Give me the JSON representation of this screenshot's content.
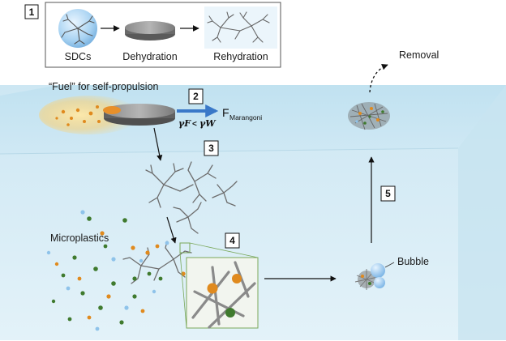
{
  "steps": [
    "1",
    "2",
    "3",
    "4",
    "5"
  ],
  "labels": {
    "sdcs": "SDCs",
    "dehydration": "Dehydration",
    "rehydration": "Rehydration",
    "fuel": "“Fuel” for self-propulsion",
    "f_symbol": "F",
    "f_subscript": "Marangoni",
    "gamma_f": "γF",
    "lt": "<",
    "gamma_w": "γW",
    "microplastics": "Microplastics",
    "bubble": "Bubble",
    "removal": "Removal"
  },
  "colors": {
    "water_surface": "#c9e6f2",
    "water_front": "#d8eef7",
    "fuel_glow": "#f6c75a",
    "arrow_blue": "#3a78c8",
    "particle_orange": "#e08a1e",
    "particle_green": "#3f7a2e",
    "particle_blue": "#8fc3ea",
    "fiber_gray": "#6d6d6d"
  },
  "icons": [
    "sdc-sphere-icon",
    "dehydrated-disc-icon",
    "rehydrated-network-icon",
    "fiber-network-icon",
    "bubble-icon",
    "aggregate-icon"
  ]
}
